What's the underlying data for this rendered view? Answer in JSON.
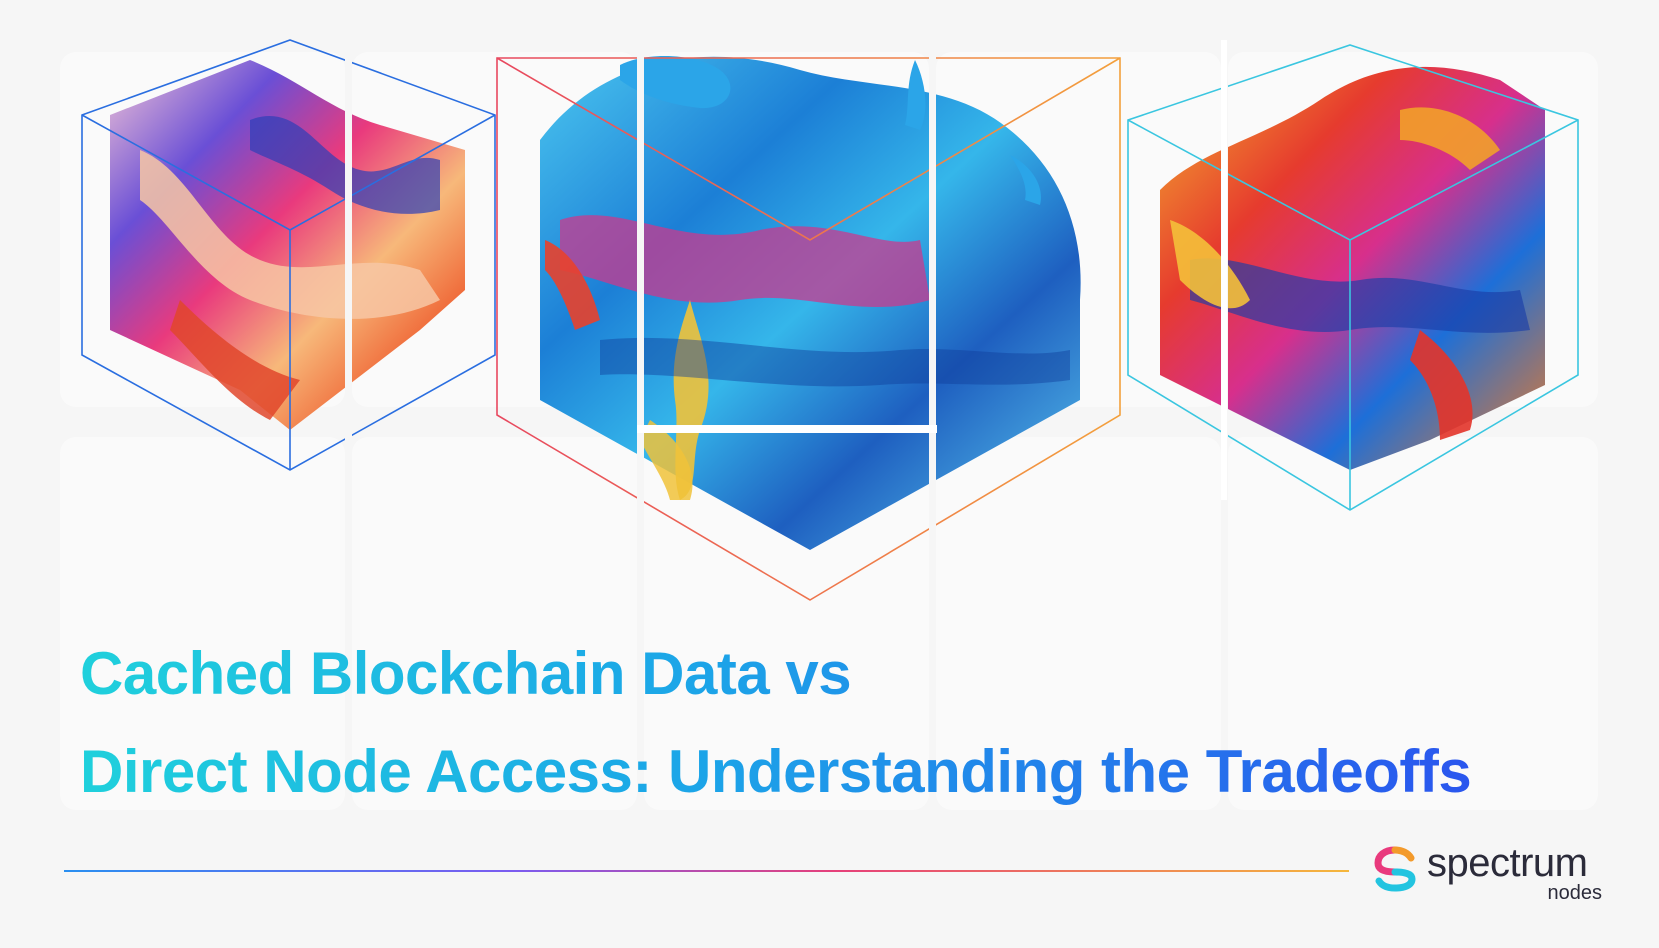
{
  "headline": {
    "line1": "Cached Blockchain Data vs",
    "line2": "Direct Node Access: Understanding the Tradeoffs"
  },
  "brand": {
    "name": "spectrum",
    "sub": "nodes",
    "colors": [
      "#23c4e0",
      "#e93a7d",
      "#f39a2b"
    ]
  },
  "colors": {
    "background": "#f6f6f6",
    "headline_gradient": [
      "#1fd0dc",
      "#1ca4e8",
      "#2a56ee"
    ],
    "cube_outline_left": "#2a6ee0",
    "cube_outline_center": [
      "#e84a6a",
      "#f09a3a"
    ],
    "cube_outline_right": "#3ac6e0"
  },
  "images": [
    {
      "name": "abstract-paint-cube-left",
      "description_icon": "fluid-paint-art"
    },
    {
      "name": "abstract-paint-cube-center",
      "description_icon": "fluid-paint-art"
    },
    {
      "name": "abstract-paint-cube-right",
      "description_icon": "fluid-paint-art"
    }
  ]
}
